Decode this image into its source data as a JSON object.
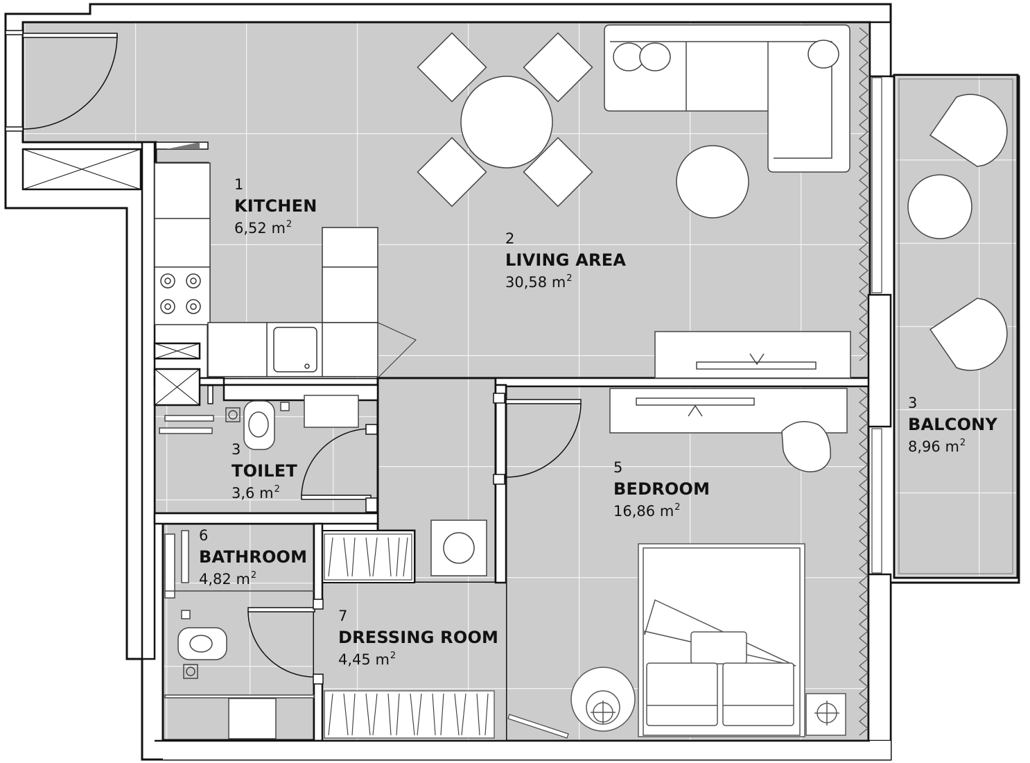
{
  "plan": {
    "colors": {
      "floor": "#cccccc",
      "wall": "#ffffff",
      "wall_outline": "#111111",
      "tile_line": "#f4f4f4",
      "furniture_fill": "#ffffff",
      "furniture_stroke": "#555555",
      "text": "#111111"
    },
    "area_unit": "m",
    "area_unit_power": "2"
  },
  "rooms": [
    {
      "id": "kitchen",
      "number": "1",
      "name": "KITCHEN",
      "area": "6,52"
    },
    {
      "id": "living-area",
      "number": "2",
      "name": "LIVING AREA",
      "area": "30,58"
    },
    {
      "id": "toilet",
      "number": "3",
      "name": "TOILET",
      "area": "3,6"
    },
    {
      "id": "balcony",
      "number": "3",
      "name": "BALCONY",
      "area": "8,96"
    },
    {
      "id": "bedroom",
      "number": "5",
      "name": "BEDROOM",
      "area": "16,86"
    },
    {
      "id": "bathroom",
      "number": "6",
      "name": "BATHROOM",
      "area": "4,82"
    },
    {
      "id": "dressing-room",
      "number": "7",
      "name": "DRESSING ROOM",
      "area": "4,45"
    }
  ]
}
